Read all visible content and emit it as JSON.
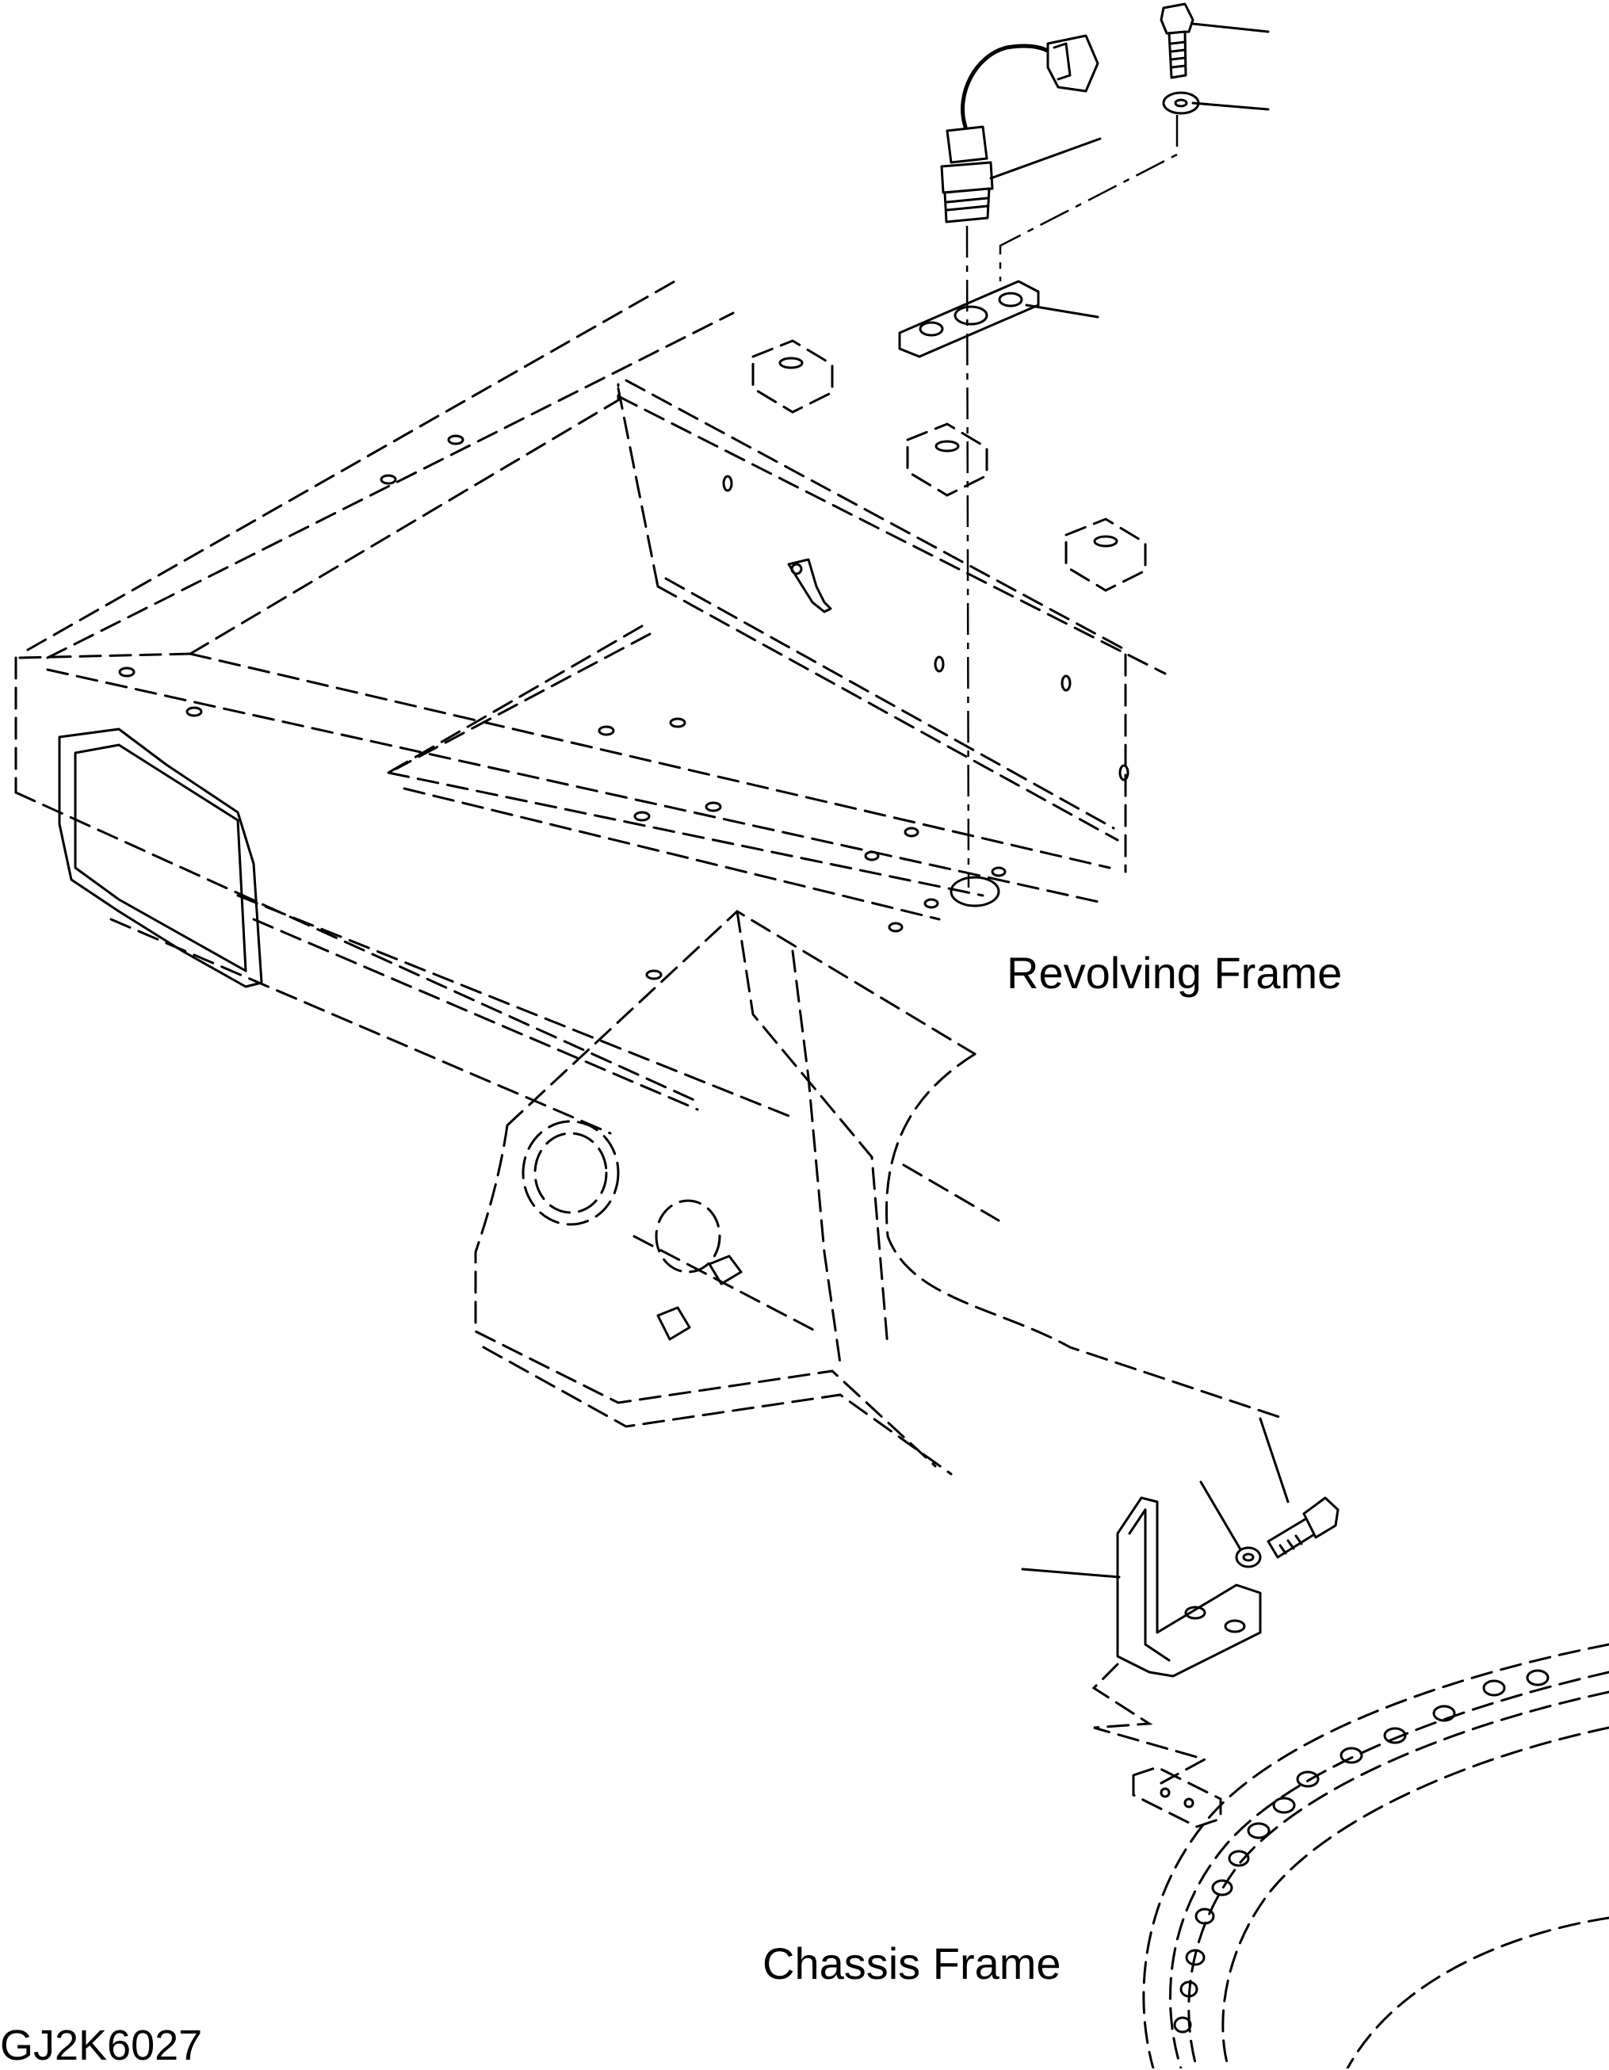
{
  "labels": {
    "revolving_frame": "Revolving Frame",
    "chassis_frame": "Chassis Frame",
    "drawing_code": "GJ2K6027"
  },
  "colors": {
    "line": "#000000",
    "background": "#ffffff"
  }
}
